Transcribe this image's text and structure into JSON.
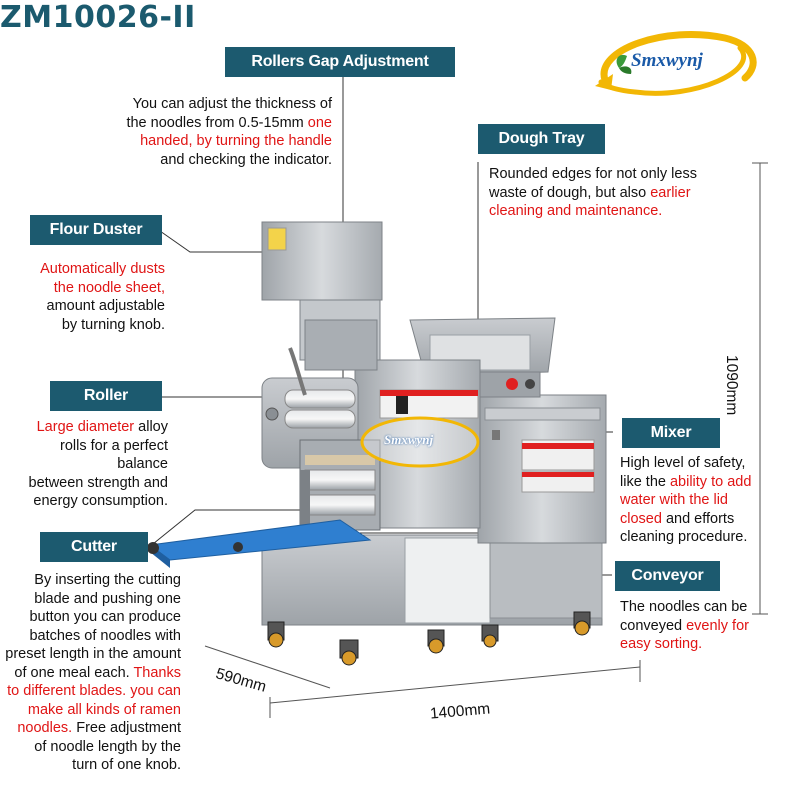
{
  "model": "ZM10026-II",
  "brand_logo_text": "Smxwynj",
  "watermark_text": "Smxwynj",
  "features": {
    "rollers_gap": {
      "title": "Rollers Gap Adjustment",
      "text1": "You can adjust the thickness of",
      "text2": "the noodles from 0.5-15mm",
      "text2_red": " one",
      "text3_red": "handed, by turning the handle",
      "text4": "and checking the indicator."
    },
    "dough_tray": {
      "title": "Dough Tray",
      "text1": "Rounded edges for not only less",
      "text2": "waste of dough, but also",
      "text2_red": " earlier",
      "text3_red": "cleaning and maintenance."
    },
    "flour_duster": {
      "title": "Flour Duster",
      "text1_red": "Automatically dusts",
      "text2_red": "the noodle sheet,",
      "text3": "amount adjustable",
      "text4": "by turning knob."
    },
    "roller": {
      "title": "Roller",
      "text1_red": "Large diameter",
      "text1": " alloy",
      "text2": "rolls for a perfect balance",
      "text3": "between strength and",
      "text4": "energy consumption."
    },
    "mixer": {
      "title": "Mixer",
      "text1": "High level of safety,",
      "text2": "like the",
      "text2_red": " ability to add",
      "text3_red": "water with the lid",
      "text4_red": "closed",
      "text4": " and efforts",
      "text5": "cleaning procedure."
    },
    "cutter": {
      "title": "Cutter",
      "text1": "By inserting the cutting",
      "text2": "blade and pushing one",
      "text3": "button you can produce",
      "text4": "batches of noodles with",
      "text5": "preset length in the amount",
      "text6": "of one meal each.",
      "text6_red": " Thanks",
      "text7_red": "to different blades. you can",
      "text8_red": "make all kinds of ramen",
      "text9_red": "noodles.",
      "text9": " Free adjustment",
      "text10": "of noodle length by the",
      "text11": "turn of one knob."
    },
    "conveyor": {
      "title": "Conveyor",
      "text1": "The noodles can be",
      "text2": "conveyed",
      "text2_red": " evenly for",
      "text3_red": "easy sorting."
    }
  },
  "dimensions": {
    "height": "1090mm",
    "depth": "590mm",
    "width": "1400mm"
  },
  "colors": {
    "title": "#1b5a6e",
    "tag_bg": "#1c5a6f",
    "highlight": "#e01515",
    "steel": "#b8bcc0",
    "belt": "#2f7fd0",
    "logo_yellow": "#f2b705"
  }
}
